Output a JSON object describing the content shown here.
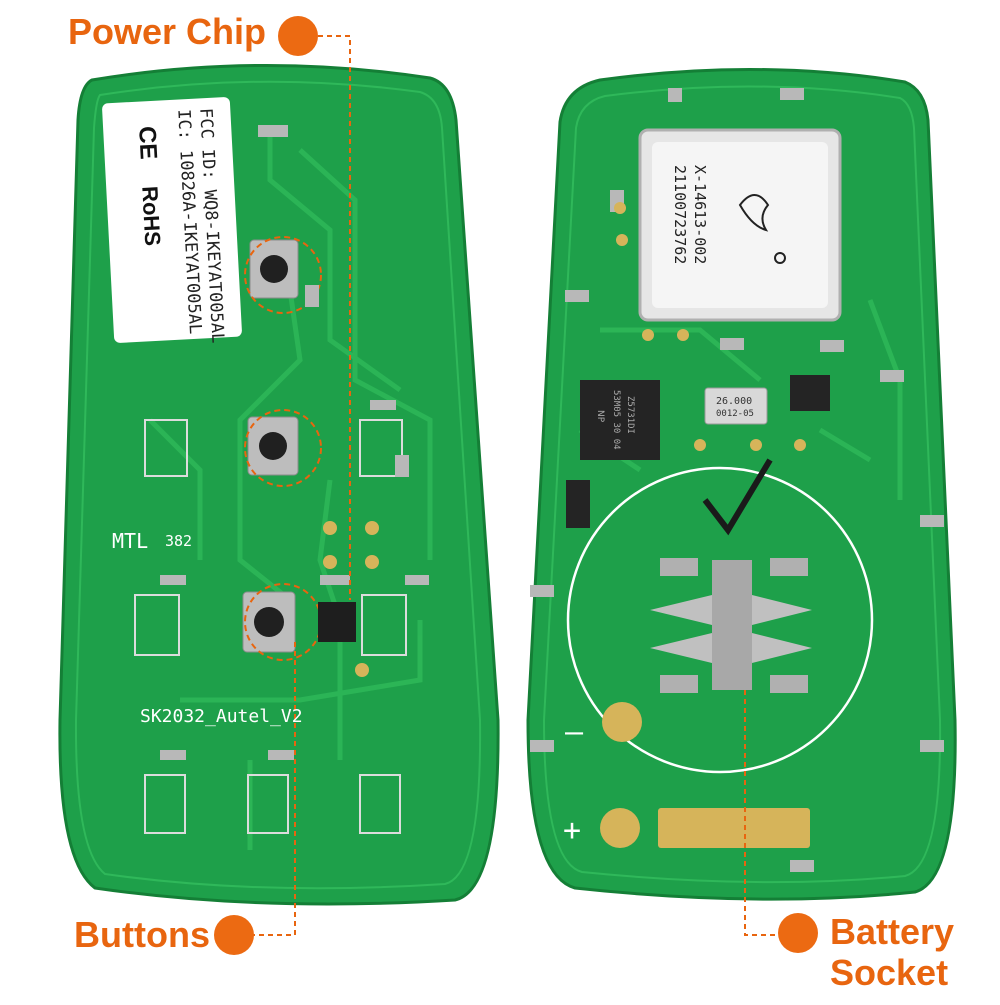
{
  "callouts": {
    "power_chip": "Power Chip",
    "buttons": "Buttons",
    "battery_socket_line1": "Battery",
    "battery_socket_line2": "Socket"
  },
  "label_sticker": {
    "fcc_id": "FCC ID: WQ8-IKEYAT005AL",
    "ic": "IC: 10826A-IKEYAT005AL",
    "ce": "CE",
    "rohs": "RoHS"
  },
  "silkscreen": {
    "mtl": "MTL",
    "mtl_code": "382",
    "board_name": "SK2032_Autel_V2",
    "minus": "–",
    "plus": "+"
  },
  "shield_can": {
    "part_no": "X-14613-002",
    "serial": "21100723762"
  },
  "mcu_chip": {
    "line1": "Z5731DI",
    "line2": "53M05 30 04",
    "logo": "NP"
  },
  "crystal": {
    "freq": "26.000",
    "code": "0012-05"
  },
  "colors": {
    "pcb": "#1ea04a",
    "pcb_edge": "#168a3c",
    "trace": "#2fb85a",
    "callout": "#ec6a12",
    "pad": "#c9c9c9",
    "gold": "#d6b45a"
  }
}
